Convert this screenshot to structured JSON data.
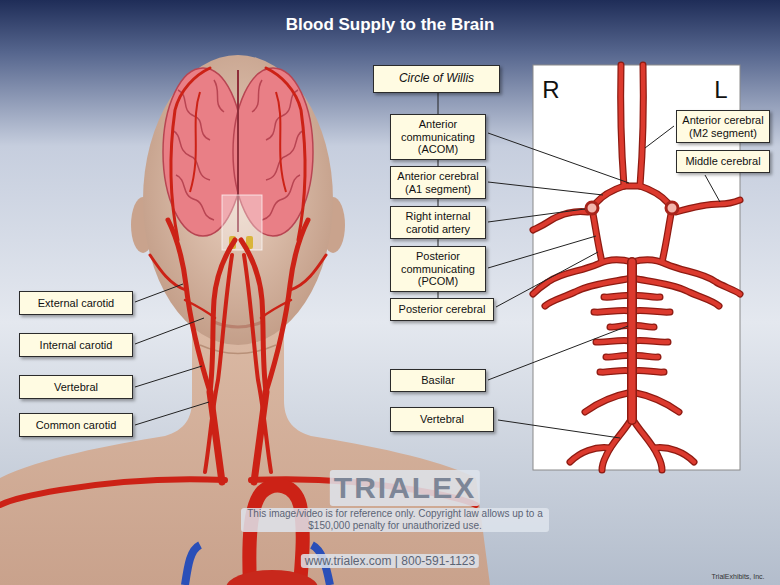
{
  "diagram": {
    "title": "Blood Supply to the Brain",
    "nodes": [
      {
        "text": [
          "External carotid"
        ]
      },
      {
        "text": [
          "Internal carotid"
        ]
      },
      {
        "text": [
          "Vertebral"
        ]
      },
      {
        "text": [
          "Common carotid"
        ]
      },
      {
        "text": [
          "Circle of Willis"
        ]
      },
      {
        "text": [
          "Anterior communicating (ACOM)"
        ]
      },
      {
        "text": [
          "Anterior cerebral (A1 segment)"
        ]
      },
      {
        "text": [
          "Right internal carotid artery"
        ]
      },
      {
        "text": [
          "Posterior communicating (PCOM)"
        ]
      },
      {
        "text": [
          "Posterior cerebral"
        ]
      },
      {
        "text": [
          "Basilar"
        ]
      },
      {
        "text": [
          "Vertebral"
        ]
      },
      {
        "text": [
          "Anterior cerebral (M2 segment)"
        ]
      },
      {
        "text": [
          "Middle cerebral"
        ]
      }
    ],
    "edges": [
      {
        "from": 4,
        "to": 5,
        "arrow": "none"
      },
      {
        "from": 5,
        "to": 6,
        "arrow": "none"
      },
      {
        "from": 6,
        "to": 7,
        "arrow": "none"
      },
      {
        "from": 7,
        "to": 8,
        "arrow": "none"
      },
      {
        "from": 8,
        "to": 9,
        "arrow": "none"
      }
    ],
    "labels": [
      "R",
      "L",
      "TRIALEX",
      "This image/video is for reference only. Copyright law allows up to a $150,000 penalty for unauthorized use.",
      "www.trialex.com | 800-591-1123",
      "TrialExhibits, Inc."
    ]
  }
}
